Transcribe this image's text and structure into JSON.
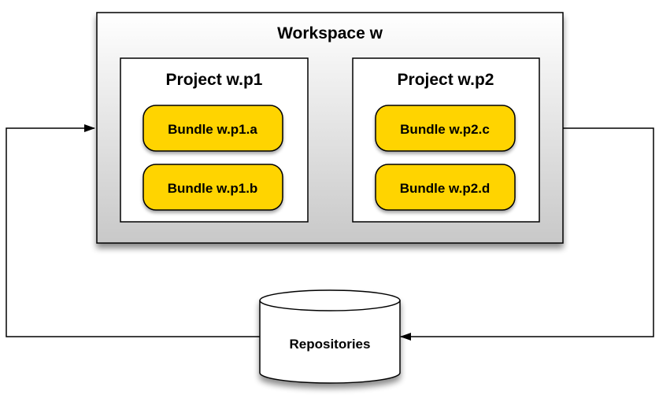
{
  "workspace": {
    "title": "Workspace w"
  },
  "projects": [
    {
      "title": "Project w.p1",
      "bundles": [
        "Bundle w.p1.a",
        "Bundle w.p1.b"
      ]
    },
    {
      "title": "Project w.p2",
      "bundles": [
        "Bundle w.p2.c",
        "Bundle w.p2.d"
      ]
    }
  ],
  "repositories": {
    "label": "Repositories"
  },
  "colors": {
    "bundle_fill": "#FFD400",
    "bundle_stroke": "#000000",
    "workspace_top": "#FFFFFF",
    "workspace_bottom": "#C8C8C8",
    "line": "#000000"
  }
}
